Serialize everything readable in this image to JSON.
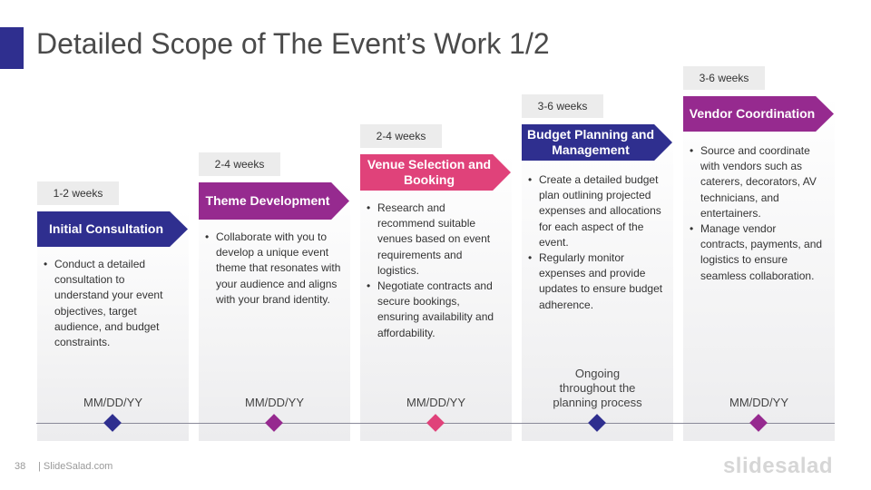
{
  "slide": {
    "title": "Detailed Scope of The Event’s Work 1/2",
    "page_number": "38",
    "site": "| SlideSalad.com",
    "logo": "slidesalad"
  },
  "colors": {
    "navy": "#2f2f8f",
    "purple": "#962a8f",
    "pink": "#e0427a"
  },
  "stages": [
    {
      "duration": "1-2 weeks",
      "title_lines": [
        "Initial Consultation"
      ],
      "bullets": [
        "Conduct a detailed consultation to understand your event objectives, target audience, and budget constraints."
      ],
      "date_lines": [
        "MM/DD/YY"
      ]
    },
    {
      "duration": "2-4 weeks",
      "title_lines": [
        "Theme Development"
      ],
      "bullets": [
        "Collaborate with you to develop a unique event theme that resonates with your audience and aligns with your brand identity."
      ],
      "date_lines": [
        "MM/DD/YY"
      ]
    },
    {
      "duration": "2-4 weeks",
      "title_lines": [
        "Venue Selection and",
        "Booking"
      ],
      "bullets": [
        "Research and recommend suitable venues based on event requirements and logistics.",
        "Negotiate contracts and secure bookings, ensuring availability and affordability."
      ],
      "date_lines": [
        "MM/DD/YY"
      ]
    },
    {
      "duration": "3-6 weeks",
      "title_lines": [
        "Budget Planning and",
        "Management"
      ],
      "bullets": [
        "Create a detailed budget plan outlining projected expenses and allocations for each aspect of the event.",
        "Regularly monitor expenses and provide updates to ensure budget adherence."
      ],
      "date_lines": [
        "Ongoing",
        "throughout the",
        "planning process"
      ]
    },
    {
      "duration": "3-6 weeks",
      "title_lines": [
        "Vendor Coordination"
      ],
      "bullets": [
        "Source and coordinate with vendors such as caterers, decorators, AV technicians, and entertainers.",
        "Manage vendor contracts, payments, and logistics to ensure seamless collaboration."
      ],
      "date_lines": [
        "MM/DD/YY"
      ]
    }
  ]
}
